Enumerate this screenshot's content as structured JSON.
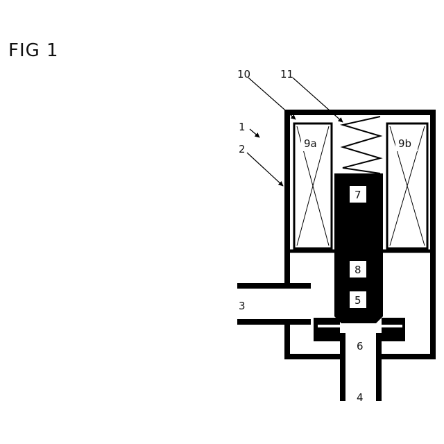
{
  "figure": {
    "title": "FIG  1"
  },
  "labels": {
    "housing_assembly": "1",
    "housing": "2",
    "inlet": "3",
    "outlet": "4",
    "valve_seal": "5",
    "valve_seat_channel": "6",
    "armature_top": "7",
    "armature_mid": "8",
    "coil_left": "9a",
    "coil_right": "9b",
    "pole_plate": "10",
    "spring": "11"
  },
  "colors": {
    "ink": "#000000",
    "background": "#ffffff"
  }
}
